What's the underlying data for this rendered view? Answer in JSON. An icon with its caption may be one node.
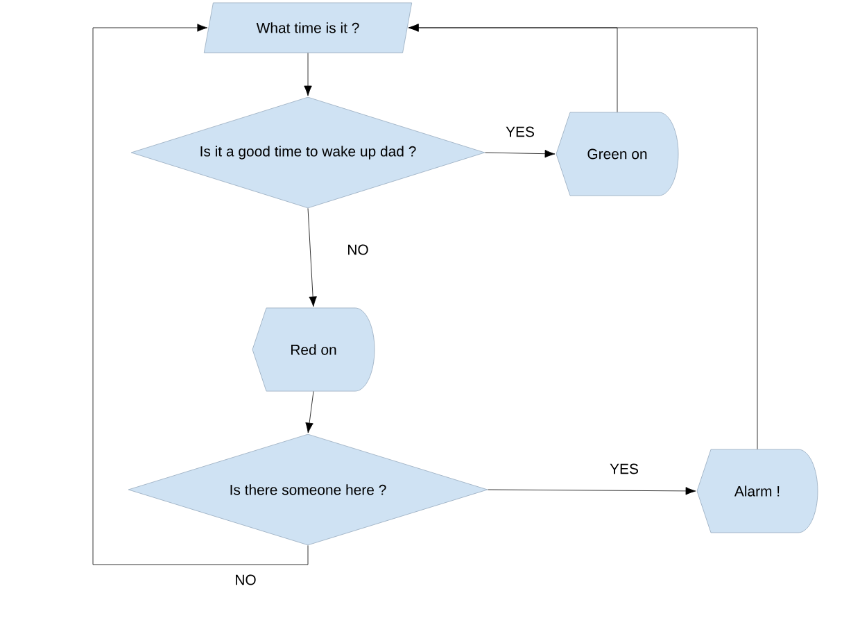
{
  "diagram": {
    "nodes": [
      {
        "text": [
          "What time is it ?"
        ]
      },
      {
        "text": [
          "Is it a good time to wake up dad ?"
        ]
      },
      {
        "text": [
          "Green on"
        ]
      },
      {
        "text": [
          "Red on"
        ]
      },
      {
        "text": [
          "Is there someone here ?"
        ]
      },
      {
        "text": [
          "Alarm !"
        ]
      }
    ],
    "edges": [
      {
        "from": 0,
        "to": 1,
        "arrow": "to"
      },
      {
        "from": 1,
        "to": 2,
        "arrow": "to",
        "label": "YES"
      },
      {
        "from": 1,
        "to": 3,
        "arrow": "to",
        "label": "NO"
      },
      {
        "from": 3,
        "to": 4,
        "arrow": "to"
      },
      {
        "from": 4,
        "to": 5,
        "arrow": "to",
        "label": "YES"
      },
      {
        "from": 4,
        "to": 0,
        "arrow": "to",
        "label": "NO"
      },
      {
        "from": 2,
        "to": 0,
        "arrow": "to"
      },
      {
        "from": 5,
        "to": 0,
        "arrow": "to"
      }
    ]
  }
}
